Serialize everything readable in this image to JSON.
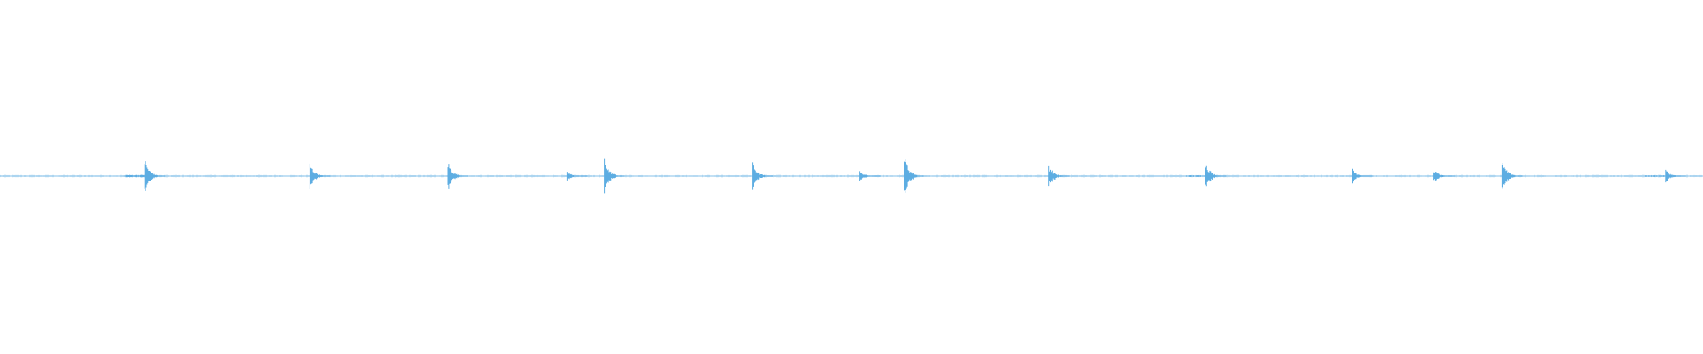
{
  "waveform": {
    "color": "#5dade2",
    "baseline_color": "#85c1e9",
    "background": "#ffffff",
    "transients": [
      {
        "position": 0.085,
        "amplitude": 0.11,
        "pre_noise": 0.06
      },
      {
        "position": 0.182,
        "amplitude": 0.08,
        "pre_noise": 0.0
      },
      {
        "position": 0.263,
        "amplitude": 0.09,
        "pre_noise": 0.0
      },
      {
        "position": 0.333,
        "amplitude": 0.03,
        "pre_noise": 0.0
      },
      {
        "position": 0.355,
        "amplitude": 0.11,
        "pre_noise": 0.0
      },
      {
        "position": 0.442,
        "amplitude": 0.08,
        "pre_noise": 0.0
      },
      {
        "position": 0.505,
        "amplitude": 0.03,
        "pre_noise": 0.0
      },
      {
        "position": 0.531,
        "amplitude": 0.14,
        "pre_noise": 0.0
      },
      {
        "position": 0.616,
        "amplitude": 0.07,
        "pre_noise": 0.0
      },
      {
        "position": 0.708,
        "amplitude": 0.09,
        "pre_noise": 0.04
      },
      {
        "position": 0.794,
        "amplitude": 0.05,
        "pre_noise": 0.0
      },
      {
        "position": 0.842,
        "amplitude": 0.04,
        "pre_noise": 0.0
      },
      {
        "position": 0.882,
        "amplitude": 0.12,
        "pre_noise": 0.0
      },
      {
        "position": 0.978,
        "amplitude": 0.04,
        "pre_noise": 0.04
      }
    ]
  }
}
